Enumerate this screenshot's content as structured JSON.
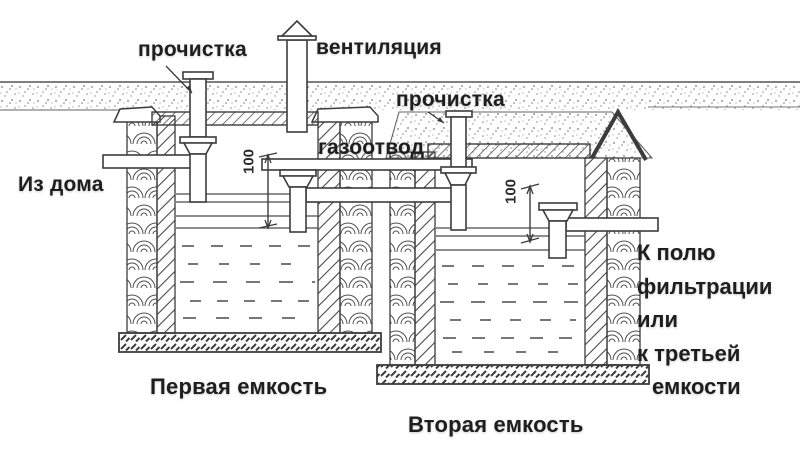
{
  "diagram": {
    "type": "technical-cross-section",
    "subject": "two-chamber septic tank scheme",
    "labels": {
      "cleanout_first": "прочистка",
      "ventilation": "вентиляция",
      "cleanout_second": "прочистка",
      "gas_outlet": "газоотвод",
      "inlet_from_house": "Из дома",
      "tank_first": "Первая емкость",
      "tank_second": "Вторая емкость"
    },
    "outlet": [
      "К полю",
      "фильтрации",
      "или",
      "к третьей",
      "емкости"
    ],
    "dimensions": {
      "drop_first_mm": "100",
      "drop_second_mm": "100"
    },
    "colors": {
      "background": "#ffffff",
      "line": "#3c3c3c",
      "label_text": "#1e1e1e",
      "ground_dots": "#7a7a7a"
    }
  }
}
